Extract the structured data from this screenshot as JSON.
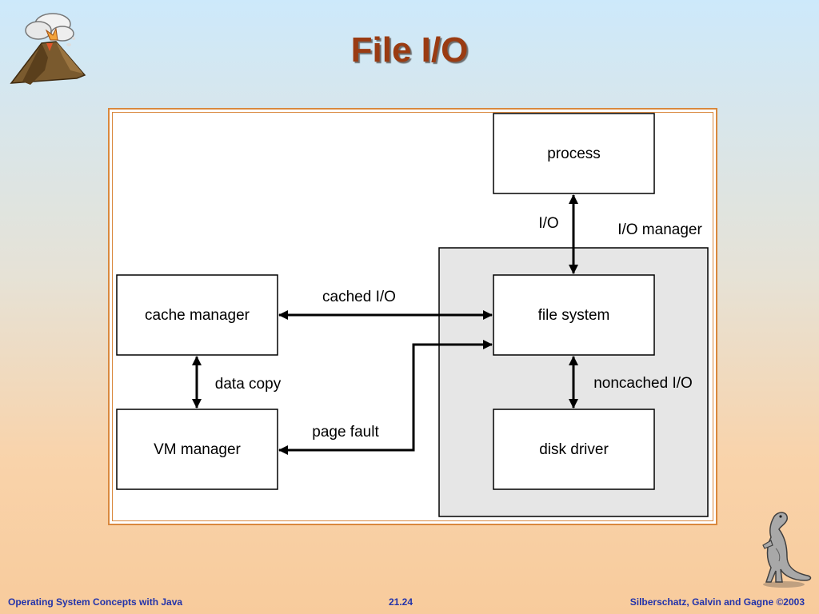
{
  "slide": {
    "title": "File I/O"
  },
  "diagram": {
    "nodes": {
      "process": "process",
      "file_system": "file system",
      "cache_manager": "cache manager",
      "vm_manager": "VM manager",
      "disk_driver": "disk driver"
    },
    "group_label": "I/O manager",
    "edges": {
      "process_to_fs": "I/O",
      "cache_to_fs": "cached I/O",
      "cache_to_vm": "data copy",
      "vm_to_fs": "page fault",
      "fs_to_disk": "noncached I/O"
    }
  },
  "footer": {
    "left": "Operating System Concepts with Java",
    "center": "21.24",
    "right": "Silberschatz, Galvin and Gagne ©2003"
  },
  "icons": [
    "volcano-icon",
    "dinosaur-icon"
  ]
}
